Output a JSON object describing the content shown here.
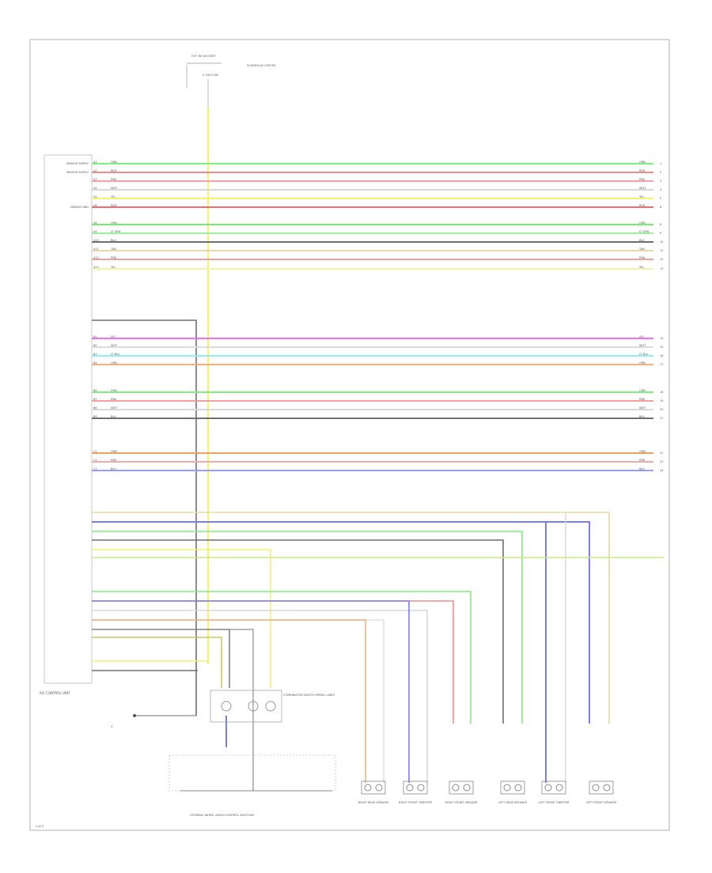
{
  "diagram": {
    "unit_label": "A/C CONTROL UNIT",
    "top_connector": {
      "label": "HOT IN ON/START",
      "fuse": "5 10A FUSE",
      "note": "FUSE/RELAY CENTER"
    },
    "page_number": "1 of 2",
    "wires": [
      {
        "pin": "A1",
        "color": "GRN",
        "hex": "#7cf27c",
        "left_label": "SENSOR SUPPLY",
        "right_pin": "1"
      },
      {
        "pin": "A2",
        "color": "RED",
        "hex": "#f28a8a",
        "left_label": "SENSOR SUPPLY",
        "right_pin": "2"
      },
      {
        "pin": "A3",
        "color": "PNK",
        "hex": "#f4a0a8",
        "left_label": "",
        "right_pin": "3"
      },
      {
        "pin": "A4",
        "color": "WHT",
        "hex": "#d8d8d8",
        "left_label": "",
        "right_pin": "4"
      },
      {
        "pin": "A5",
        "color": "YEL",
        "hex": "#f2f26e",
        "left_label": "",
        "right_pin": "5"
      },
      {
        "pin": "A6",
        "color": "RED",
        "hex": "#f26a6a",
        "left_label": "SENSOR GND",
        "right_pin": "6"
      },
      {
        "pin": "A8",
        "color": "GRN",
        "hex": "#6ef26e",
        "left_label": "",
        "right_pin": "8"
      },
      {
        "pin": "A9",
        "color": "LT GRN",
        "hex": "#9cf29c",
        "left_label": "",
        "right_pin": "9"
      },
      {
        "pin": "A10",
        "color": "BLK",
        "hex": "#6e6e6e",
        "left_label": "",
        "right_pin": "10"
      },
      {
        "pin": "A11",
        "color": "TAN",
        "hex": "#e8d8b0",
        "left_label": "",
        "right_pin": "11"
      },
      {
        "pin": "A12",
        "color": "PNK",
        "hex": "#f2a0a0",
        "left_label": "",
        "right_pin": "12"
      },
      {
        "pin": "A13",
        "color": "YEL",
        "hex": "#f4f4a8",
        "left_label": "",
        "right_pin": "13"
      },
      {
        "pin": "B1",
        "color": "VIO",
        "hex": "#f26ef2",
        "left_label": "",
        "right_pin": "14"
      },
      {
        "pin": "B2",
        "color": "WHT",
        "hex": "#dcdcdc",
        "left_label": "",
        "right_pin": "15"
      },
      {
        "pin": "B3",
        "color": "LT BLU",
        "hex": "#8ef2f2",
        "left_label": "",
        "right_pin": "16"
      },
      {
        "pin": "B4",
        "color": "ORN",
        "hex": "#f2b07c",
        "left_label": "",
        "right_pin": "17"
      },
      {
        "pin": "B6",
        "color": "GRN",
        "hex": "#7cf27c",
        "left_label": "",
        "right_pin": "18"
      },
      {
        "pin": "B7",
        "color": "PNK",
        "hex": "#f2a0a0",
        "left_label": "",
        "right_pin": "19"
      },
      {
        "pin": "B8",
        "color": "WHT",
        "hex": "#d8d8d8",
        "left_label": "",
        "right_pin": "20"
      },
      {
        "pin": "B9",
        "color": "BLK",
        "hex": "#707070",
        "left_label": "",
        "right_pin": "21"
      },
      {
        "pin": "C1",
        "color": "ORN",
        "hex": "#f2a060",
        "left_label": "",
        "right_pin": "22"
      },
      {
        "pin": "C2",
        "color": "PNK",
        "hex": "#f4a8a8",
        "left_label": "",
        "right_pin": "23"
      },
      {
        "pin": "C3",
        "color": "BLU",
        "hex": "#9c9cf2",
        "left_label": "",
        "right_pin": "24"
      }
    ],
    "speakers": [
      {
        "label": "RIGHT REAR SPEAKER"
      },
      {
        "label": "RIGHT FRONT TWEETER"
      },
      {
        "label": "RIGHT FRONT SPEAKER"
      },
      {
        "label": "LEFT REAR SPEAKER"
      },
      {
        "label": "LEFT FRONT TWEETER"
      },
      {
        "label": "LEFT FRONT SPEAKER"
      }
    ],
    "switch_module": "STEERING WHEEL AUDIO CONTROL SWITCHES",
    "clock_spring": "COMBINATION SWITCH SPIRAL CABLE",
    "ground_label": "G"
  }
}
